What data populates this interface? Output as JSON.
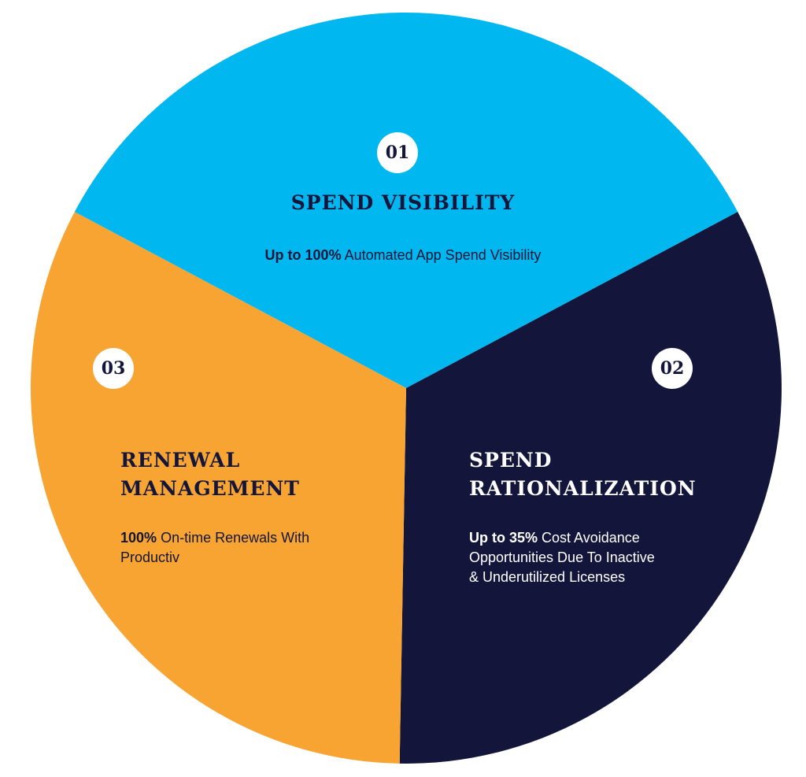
{
  "colors": {
    "segment_01": "#00b7ef",
    "segment_02": "#13163a",
    "segment_03": "#f7a433",
    "badge_bg": "#ffffff",
    "dark_text": "#13163a"
  },
  "segments": [
    {
      "number": "01",
      "title_lines": [
        "SPEND VISIBILITY"
      ],
      "highlight": "Up to 100%",
      "text_lines": [
        "Automated App Spend Visibility"
      ]
    },
    {
      "number": "02",
      "title_lines": [
        "SPEND",
        "RATIONALIZATION"
      ],
      "highlight": "Up to 35%",
      "text_lines": [
        "Cost Avoidance",
        "Opportunities Due To Inactive",
        "& Underutilized Licenses"
      ]
    },
    {
      "number": "03",
      "title_lines": [
        "RENEWAL",
        "MANAGEMENT"
      ],
      "highlight": "100%",
      "text_lines": [
        "On-time Renewals With",
        "Productiv"
      ]
    }
  ]
}
